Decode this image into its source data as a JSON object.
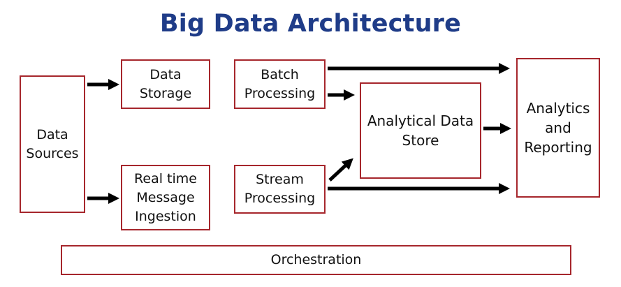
{
  "title": "Big Data Architecture",
  "nodes": {
    "data_sources": "Data\nSources",
    "data_storage": "Data\nStorage",
    "real_time_ingestion": "Real time\nMessage\nIngestion",
    "batch_processing": "Batch\nProcessing",
    "stream_processing": "Stream\nProcessing",
    "analytical_data_store": "Analytical Data\nStore",
    "analytics_reporting": "Analytics\nand\nReporting",
    "orchestration": "Orchestration"
  },
  "edges": [
    {
      "from": "Data Sources",
      "to": "Data Storage"
    },
    {
      "from": "Data Sources",
      "to": "Real time Message Ingestion"
    },
    {
      "from": "Batch Processing",
      "to": "Analytics and Reporting"
    },
    {
      "from": "Batch Processing",
      "to": "Analytical Data Store"
    },
    {
      "from": "Stream Processing",
      "to": "Analytical Data Store"
    },
    {
      "from": "Stream Processing",
      "to": "Analytics and Reporting"
    },
    {
      "from": "Analytical Data Store",
      "to": "Analytics and Reporting"
    }
  ],
  "colors": {
    "title": "#1f3c88",
    "box_border": "#a6262c",
    "arrow": "#000000",
    "text": "#111111"
  }
}
